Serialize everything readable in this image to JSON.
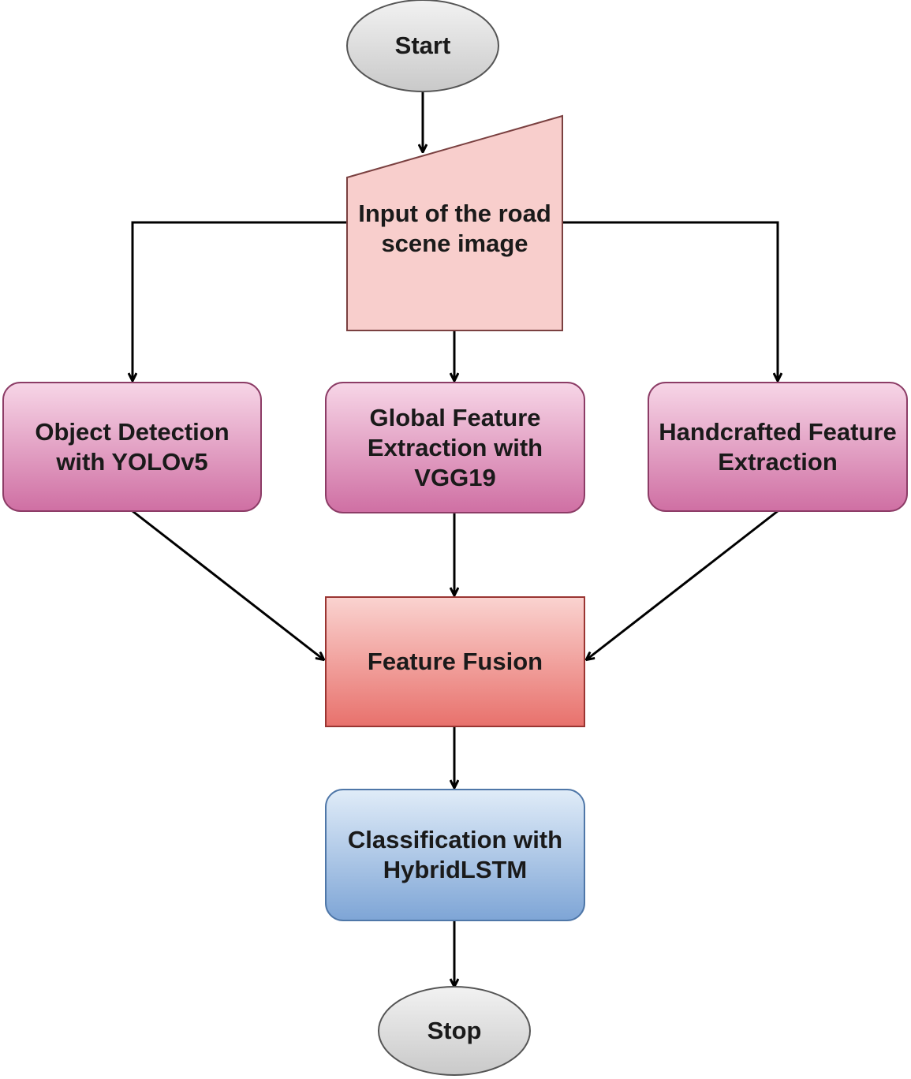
{
  "nodes": {
    "start": {
      "label": "Start",
      "shape": "terminal",
      "fill": "#d9d9d9"
    },
    "input": {
      "label": "Input of the road\nscene image",
      "shape": "manual-input",
      "fill": "#f8cecc"
    },
    "object_detection": {
      "label": "Object Detection\nwith YOLOv5",
      "shape": "process",
      "fill": "#e6a6c8"
    },
    "global_feature": {
      "label": "Global Feature\nExtraction with\nVGG19",
      "shape": "process",
      "fill": "#e6a6c8"
    },
    "handcrafted": {
      "label": "Handcrafted Feature\nExtraction",
      "shape": "process",
      "fill": "#e6a6c8"
    },
    "fusion": {
      "label": "Feature Fusion",
      "shape": "process",
      "fill": "#f08a86"
    },
    "classification": {
      "label": "Classification with\nHybridLSTM",
      "shape": "process",
      "fill": "#b4cdea"
    },
    "stop": {
      "label": "Stop",
      "shape": "terminal",
      "fill": "#d9d9d9"
    }
  },
  "edges": [
    {
      "from": "start",
      "to": "input"
    },
    {
      "from": "input",
      "to": "object_detection"
    },
    {
      "from": "input",
      "to": "global_feature"
    },
    {
      "from": "input",
      "to": "handcrafted"
    },
    {
      "from": "object_detection",
      "to": "fusion"
    },
    {
      "from": "global_feature",
      "to": "fusion"
    },
    {
      "from": "handcrafted",
      "to": "fusion"
    },
    {
      "from": "fusion",
      "to": "classification"
    },
    {
      "from": "classification",
      "to": "stop"
    }
  ],
  "colors": {
    "stroke": "#333333",
    "arrow": "#000000"
  }
}
